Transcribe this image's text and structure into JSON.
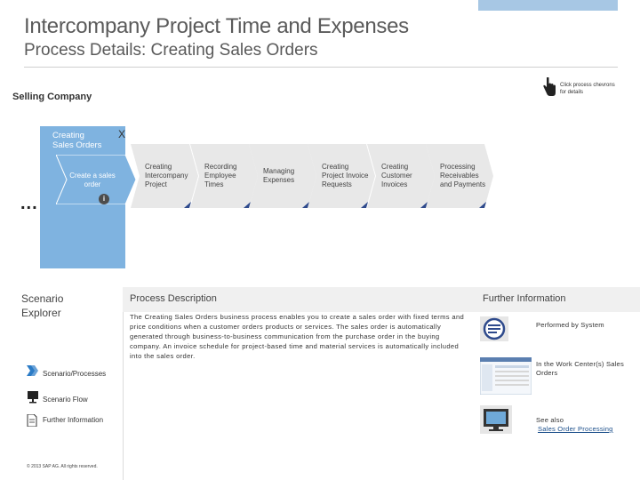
{
  "header": {
    "title": "Intercompany Project Time and Expenses",
    "subtitle": "Process Details: Creating Sales Orders"
  },
  "hint": "Click process chevrons for details",
  "company_label": "Selling Company",
  "active_phase": {
    "title": "Creating Sales Orders",
    "close_label": "X",
    "step_label": "Create a sales order",
    "info_label": "i",
    "ellipsis": "..."
  },
  "process_steps": [
    {
      "label": "Creating Intercompany Project"
    },
    {
      "label": "Recording Employee Times"
    },
    {
      "label": "Managing Expenses"
    },
    {
      "label": "Creating Project Invoice Requests"
    },
    {
      "label": "Creating Customer Invoices"
    },
    {
      "label": "Processing Receivables and Payments"
    }
  ],
  "colors": {
    "active_phase": "#7fb3e0",
    "chevron": "#e8e8e8",
    "chevron_corner": "#2e4a8c",
    "accent_bar": "#a7c7e4"
  },
  "left_nav": {
    "title": "Scenario Explorer",
    "items": [
      {
        "label": "Scenario/Processes",
        "icon": "double-chevron-icon"
      },
      {
        "label": "Scenario Flow",
        "icon": "monitor-icon"
      },
      {
        "label": "Further Information",
        "icon": "document-icon"
      }
    ],
    "copyright": "© 2013 SAP AG. All rights reserved."
  },
  "process_description": {
    "title": "Process Description",
    "text": "The Creating Sales Orders business process enables you to create a sales order with fixed terms and price conditions when a customer orders products or services. The sales order is automatically generated through business-to-business communication from the purchase order in the buying company. An invoice schedule for project-based time and material services is automatically included into the sales order."
  },
  "further_information": {
    "title": "Further Information",
    "items": [
      {
        "text": "Performed by System",
        "icon": "system-icon"
      },
      {
        "text": "In the Work Center(s) Sales Orders",
        "icon": "work-center-icon"
      },
      {
        "text": "See also",
        "link": "Sales Order Processing",
        "icon": "screen-icon"
      }
    ]
  }
}
